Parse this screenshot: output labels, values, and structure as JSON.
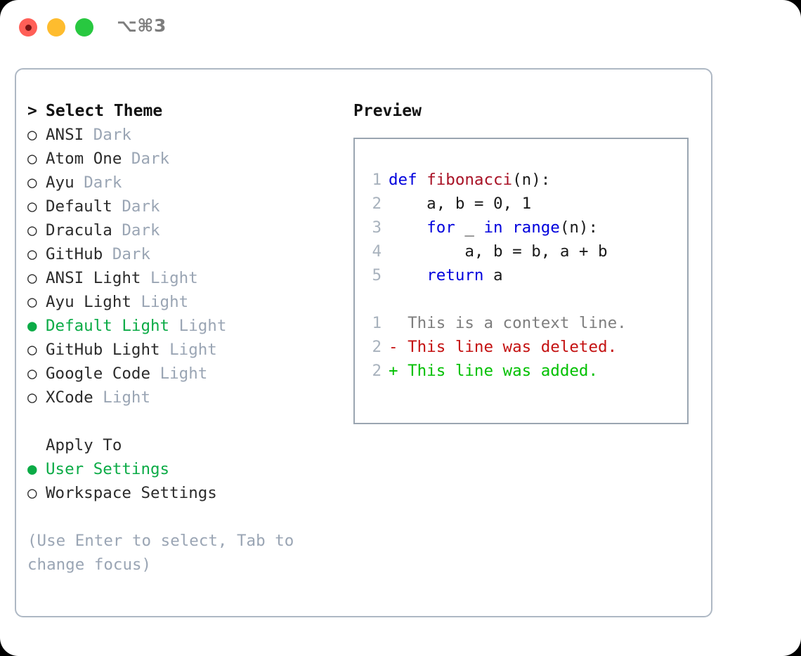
{
  "window": {
    "title": "⌥⌘3",
    "controls": [
      {
        "name": "close",
        "color": "#ff5f57"
      },
      {
        "name": "minimize",
        "color": "#febc2e"
      },
      {
        "name": "maximize",
        "color": "#28c840"
      }
    ]
  },
  "colors": {
    "selected_green": "#0bab46",
    "muted_gray": "#9aa5b4",
    "keyword_blue": "#0000dd",
    "function_red": "#a81125",
    "diff_deleted": "#c41111",
    "diff_added": "#00c000",
    "panel_border": "#aeb8c4"
  },
  "theme_picker": {
    "header": {
      "prompt": ">",
      "label": "Select Theme"
    },
    "items": [
      {
        "marker": "○",
        "label": "ANSI",
        "tag": "Dark",
        "selected": false
      },
      {
        "marker": "○",
        "label": "Atom One",
        "tag": "Dark",
        "selected": false
      },
      {
        "marker": "○",
        "label": "Ayu",
        "tag": "Dark",
        "selected": false
      },
      {
        "marker": "○",
        "label": "Default",
        "tag": "Dark",
        "selected": false
      },
      {
        "marker": "○",
        "label": "Dracula",
        "tag": "Dark",
        "selected": false
      },
      {
        "marker": "○",
        "label": "GitHub",
        "tag": "Dark",
        "selected": false
      },
      {
        "marker": "○",
        "label": "ANSI Light",
        "tag": "Light",
        "selected": false
      },
      {
        "marker": "○",
        "label": "Ayu Light",
        "tag": "Light",
        "selected": false
      },
      {
        "marker": "●",
        "label": "Default Light",
        "tag": "Light",
        "selected": true
      },
      {
        "marker": "○",
        "label": "GitHub Light",
        "tag": "Light",
        "selected": false
      },
      {
        "marker": "○",
        "label": "Google Code",
        "tag": "Light",
        "selected": false
      },
      {
        "marker": "○",
        "label": "XCode",
        "tag": "Light",
        "selected": false
      }
    ]
  },
  "apply_to": {
    "header": "Apply To",
    "items": [
      {
        "marker": "●",
        "label": "User Settings",
        "selected": true
      },
      {
        "marker": "○",
        "label": "Workspace Settings",
        "selected": false
      }
    ]
  },
  "hint": "(Use Enter to select, Tab to change focus)",
  "preview": {
    "title": "Preview",
    "code_lines": [
      {
        "no": "1",
        "tokens": [
          {
            "t": "def ",
            "c": "kw"
          },
          {
            "t": "fibonacci",
            "c": "fn"
          },
          {
            "t": "(n):",
            "c": "pl"
          }
        ]
      },
      {
        "no": "2",
        "tokens": [
          {
            "t": "    a, b = 0, 1",
            "c": "pl"
          }
        ]
      },
      {
        "no": "3",
        "tokens": [
          {
            "t": "    ",
            "c": "pl"
          },
          {
            "t": "for",
            "c": "kw"
          },
          {
            "t": " _ ",
            "c": "pl"
          },
          {
            "t": "in",
            "c": "kw"
          },
          {
            "t": " ",
            "c": "pl"
          },
          {
            "t": "range",
            "c": "kw"
          },
          {
            "t": "(n):",
            "c": "pl"
          }
        ]
      },
      {
        "no": "4",
        "tokens": [
          {
            "t": "        a, b = b, a + b",
            "c": "pl"
          }
        ]
      },
      {
        "no": "5",
        "tokens": [
          {
            "t": "    ",
            "c": "pl"
          },
          {
            "t": "return",
            "c": "kw"
          },
          {
            "t": " a",
            "c": "pl"
          }
        ]
      }
    ],
    "diff_lines": [
      {
        "no": "1",
        "sign": "  ",
        "text": "This is a context line.",
        "kind": "ctx"
      },
      {
        "no": "2",
        "sign": "- ",
        "text": "This line was deleted.",
        "kind": "del"
      },
      {
        "no": "2",
        "sign": "+ ",
        "text": "This line was added.",
        "kind": "add"
      }
    ]
  }
}
